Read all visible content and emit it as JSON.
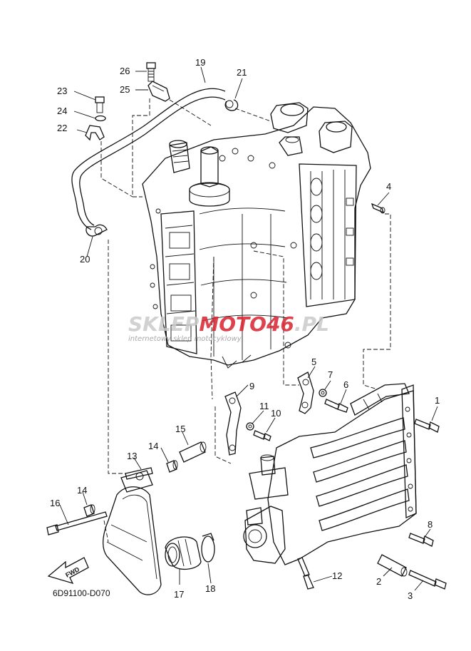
{
  "diagram": {
    "drawing_code": "6D91100-D070",
    "fwd_label": "FWD",
    "watermark": {
      "brand_left": "SKLEP",
      "brand_mid": "MOTO",
      "brand_num": "46",
      "brand_tld": ".PL",
      "tagline": "internetowy sklep motocyklowy"
    },
    "colors": {
      "ink": "#111111",
      "brand_red": "#d9232e",
      "watermark_gray": "#9a9a9a"
    },
    "callouts": [
      {
        "id": "c1",
        "num": "1"
      },
      {
        "id": "c2",
        "num": "2"
      },
      {
        "id": "c3",
        "num": "3"
      },
      {
        "id": "c4",
        "num": "4"
      },
      {
        "id": "c5",
        "num": "5"
      },
      {
        "id": "c6",
        "num": "6"
      },
      {
        "id": "c7",
        "num": "7"
      },
      {
        "id": "c8",
        "num": "8"
      },
      {
        "id": "c9",
        "num": "9"
      },
      {
        "id": "c10",
        "num": "10"
      },
      {
        "id": "c11",
        "num": "11"
      },
      {
        "id": "c12",
        "num": "12"
      },
      {
        "id": "c13",
        "num": "13"
      },
      {
        "id": "c14a",
        "num": "14"
      },
      {
        "id": "c14b",
        "num": "14"
      },
      {
        "id": "c15",
        "num": "15"
      },
      {
        "id": "c16",
        "num": "16"
      },
      {
        "id": "c17",
        "num": "17"
      },
      {
        "id": "c18",
        "num": "18"
      },
      {
        "id": "c19",
        "num": "19"
      },
      {
        "id": "c20",
        "num": "20"
      },
      {
        "id": "c21",
        "num": "21"
      },
      {
        "id": "c22",
        "num": "22"
      },
      {
        "id": "c23",
        "num": "23"
      },
      {
        "id": "c24",
        "num": "24"
      },
      {
        "id": "c25",
        "num": "25"
      },
      {
        "id": "c26",
        "num": "26"
      }
    ]
  }
}
